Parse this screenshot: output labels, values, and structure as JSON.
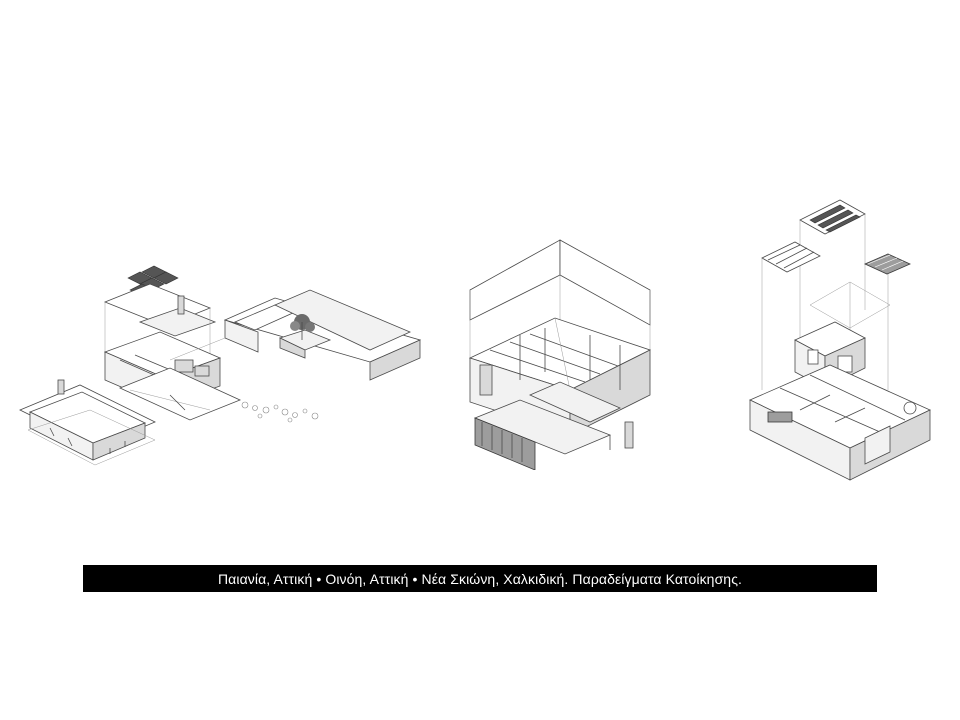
{
  "caption": {
    "text": "Παιανία, Αττική • Οινόη, Αττική • Νέα Σκιώνη, Χαλκιδική. Παραδείγματα Κατοίκησης."
  },
  "colors": {
    "background": "#ffffff",
    "caption_bar": "#000000",
    "caption_text": "#ffffff",
    "line": "#4a4a4a"
  },
  "drawings": [
    {
      "id": "paiania",
      "style": "exploded-axonometric"
    },
    {
      "id": "oinoi",
      "style": "exploded-axonometric"
    },
    {
      "id": "skioni",
      "style": "exploded-axonometric"
    }
  ]
}
